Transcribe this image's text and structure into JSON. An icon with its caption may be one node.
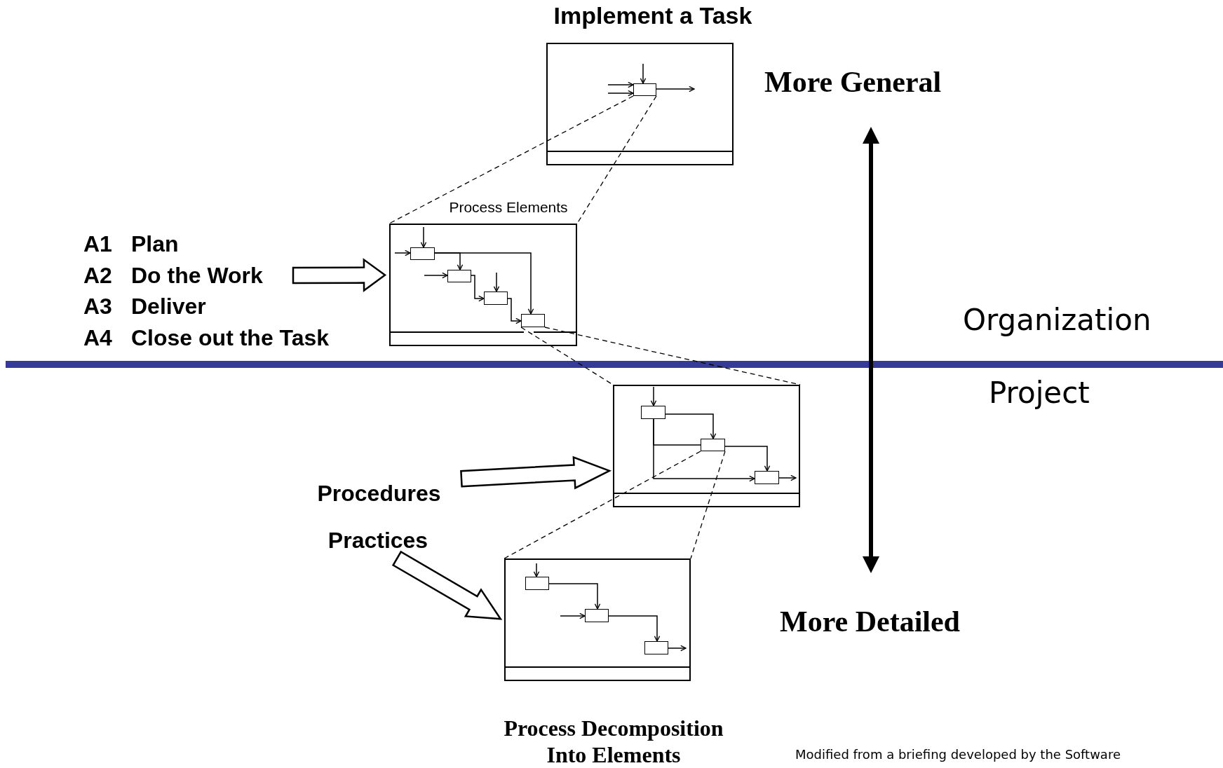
{
  "diagram": {
    "caption": "Process Decomposition Into Elements",
    "nodes": [
      {
        "text": [
          "Implement a Task"
        ]
      },
      {
        "text": [],
        "shape": "box",
        "in": 0
      },
      {
        "text": [
          "A1",
          "Plan"
        ]
      },
      {
        "text": [
          "A2",
          "Do the Work"
        ]
      },
      {
        "text": [
          "A3",
          "Deliver"
        ]
      },
      {
        "text": [
          "A4",
          "Close out the Task"
        ]
      },
      {
        "text": [
          "Process Elements"
        ]
      },
      {
        "text": [],
        "shape": "box",
        "in": 6
      },
      {
        "text": [],
        "shape": "box",
        "in": 6
      },
      {
        "text": [],
        "shape": "box",
        "in": 6
      },
      {
        "text": [],
        "shape": "box",
        "in": 6
      },
      {
        "text": [
          "Procedures"
        ]
      },
      {
        "text": [],
        "shape": "box"
      },
      {
        "text": [],
        "shape": "box",
        "in": 12
      },
      {
        "text": [],
        "shape": "box",
        "in": 12
      },
      {
        "text": [],
        "shape": "box",
        "in": 12
      },
      {
        "text": [
          "Practices"
        ]
      },
      {
        "text": [],
        "shape": "box"
      },
      {
        "text": [],
        "shape": "box",
        "in": 17
      },
      {
        "text": [],
        "shape": "box",
        "in": 17
      },
      {
        "text": [],
        "shape": "box",
        "in": 17
      }
    ],
    "edges": [
      {
        "from": null,
        "to": 1,
        "arrow": "to"
      },
      {
        "from": null,
        "to": 1,
        "arrow": "to"
      },
      {
        "from": null,
        "to": 1,
        "arrow": "to"
      },
      {
        "from": 1,
        "to": null,
        "arrow": "to"
      },
      {
        "from": 1,
        "to": 6,
        "arrow": "none",
        "style": "dashed"
      },
      {
        "from": 1,
        "to": 6,
        "arrow": "none",
        "style": "dashed"
      },
      {
        "from": 3,
        "to": 6,
        "arrow": "to",
        "style": "thick"
      },
      {
        "from": null,
        "to": 7,
        "arrow": "to"
      },
      {
        "from": null,
        "to": 7,
        "arrow": "to"
      },
      {
        "from": 7,
        "to": 10,
        "arrow": "to"
      },
      {
        "from": 7,
        "to": 8,
        "arrow": "to"
      },
      {
        "from": null,
        "to": 8,
        "arrow": "to"
      },
      {
        "from": 8,
        "to": 9,
        "arrow": "to"
      },
      {
        "from": null,
        "to": 9,
        "arrow": "to"
      },
      {
        "from": 9,
        "to": 10,
        "arrow": "to"
      },
      {
        "from": 10,
        "to": 12,
        "arrow": "none",
        "style": "dashed"
      },
      {
        "from": 10,
        "to": 12,
        "arrow": "none",
        "style": "dashed"
      },
      {
        "from": 11,
        "to": 12,
        "arrow": "to",
        "style": "thick"
      },
      {
        "from": null,
        "to": 13,
        "arrow": "to"
      },
      {
        "from": 13,
        "to": 14,
        "arrow": "to"
      },
      {
        "from": 13,
        "to": 15,
        "arrow": "to"
      },
      {
        "from": 13,
        "to": 14,
        "arrow": "none"
      },
      {
        "from": 14,
        "to": 15,
        "arrow": "to"
      },
      {
        "from": 15,
        "to": null,
        "arrow": "to"
      },
      {
        "from": 14,
        "to": 17,
        "arrow": "none",
        "style": "dashed"
      },
      {
        "from": 14,
        "to": 17,
        "arrow": "none",
        "style": "dashed"
      },
      {
        "from": 16,
        "to": 17,
        "arrow": "to",
        "style": "thick"
      },
      {
        "from": null,
        "to": 18,
        "arrow": "to"
      },
      {
        "from": 18,
        "to": 19,
        "arrow": "to"
      },
      {
        "from": null,
        "to": 19,
        "arrow": "to"
      },
      {
        "from": 19,
        "to": 20,
        "arrow": "to"
      },
      {
        "from": 20,
        "to": null,
        "arrow": "to"
      }
    ],
    "labels": [
      "More General",
      "Organization",
      "Project",
      "More Detailed",
      "Modified from a briefing developed by the Software"
    ]
  }
}
